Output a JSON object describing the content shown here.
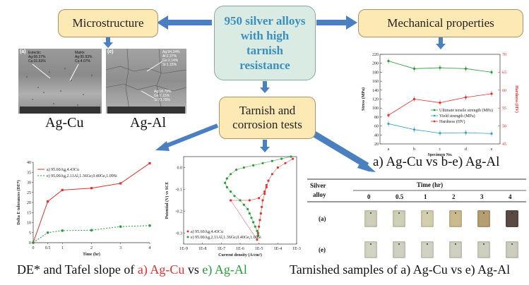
{
  "center_title": "950 silver alloys with high tarnish resistance",
  "boxes": {
    "microstructure": "Microstructure",
    "mechanical": "Mechanical properties",
    "tarnish": "Tarnish and corrosion tests"
  },
  "captions": {
    "ag_cu": "Ag-Cu",
    "ag_al": "Ag-Al",
    "mech_caption": "a) Ag-Cu vs b-e) Ag-Al",
    "de_prefix": "DE* and Tafel slope of ",
    "de_a": "a) Ag-Cu",
    "de_vs": " vs ",
    "de_e": "e) Ag-Al",
    "tarnished": "Tarnished samples of a) Ag-Cu vs e) Ag-Al"
  },
  "micro_labels": {
    "a_tag": "(a)",
    "a_eutectic": "Eutectic",
    "a_eut_ag": "Ag:68.37%",
    "a_eut_cu": "Cu:31.63%",
    "a_matrix": "Matrix",
    "a_mat_ag": "Ag:95.93%",
    "a_mat_cu": "Cu:4.07%",
    "e_tag": "(e)",
    "e_1": "Ag:94.34%",
    "e_2": "Al:2.37%",
    "e_3": "Ge:2.14%",
    "e_4": "Si:1.15%",
    "e_5": "Ag:18.78%",
    "e_6": "Ge:7.15%",
    "e_7": "Si:73.76%"
  },
  "colors": {
    "box_fill": "#fde9b4",
    "center_fill": "#d9ebe3",
    "center_text": "#3a8fc0",
    "arrow": "#4a7fc0",
    "red": "#e03030",
    "green": "#2a9a3a"
  },
  "chart_data": [
    {
      "type": "line",
      "x": [
        "a",
        "b",
        "c",
        "d",
        "e"
      ],
      "xlabel": "Specimen No.",
      "ylabel": "Stress (MPa)",
      "y2label": "Hardness (HV)",
      "ylim": [
        20,
        220
      ],
      "y2lim": [
        45,
        70
      ],
      "yticks": [
        20,
        40,
        60,
        80,
        100,
        120,
        140,
        160,
        180,
        200,
        220
      ],
      "y2ticks": [
        45,
        50,
        55,
        60,
        65,
        70
      ],
      "series": [
        {
          "name": "Ultimate tensile strength (MPa)",
          "values": [
            205,
            188,
            190,
            188,
            180
          ],
          "color": "#2a9a3a"
        },
        {
          "name": "Yield strength (MPa)",
          "values": [
            65,
            52,
            44,
            45,
            43
          ],
          "color": "#3a9fc8"
        },
        {
          "name": "Hardness (HV)",
          "values": [
            53,
            57.5,
            56.5,
            58,
            59
          ],
          "color": "#e03030",
          "axis": "right"
        }
      ],
      "legend": "right"
    },
    {
      "type": "line",
      "x": [
        0,
        0.5,
        1,
        2,
        3,
        4
      ],
      "xlabel": "Time (hr)",
      "ylabel": "Delta E tolerances (DE*)",
      "ylim": [
        0,
        40
      ],
      "yticks": [
        0,
        5,
        10,
        15,
        20,
        25,
        30,
        35,
        40
      ],
      "xticks": [
        "0",
        "0.5",
        "1",
        "2",
        "3",
        "4"
      ],
      "series": [
        {
          "name": "a) 95.60Ag,4.43Cu",
          "values": [
            0,
            20.5,
            26.2,
            27.1,
            29.5,
            39.5
          ],
          "color": "#e03030"
        },
        {
          "name": "e) 95.00Ag,2.11Al,1.36Ge,0.40Ge,1.09Si",
          "values": [
            0,
            5,
            6,
            6.2,
            8,
            8.5
          ],
          "color": "#2a9a3a"
        }
      ],
      "legend": "top-left"
    },
    {
      "type": "scatter",
      "xlabel": "Current density (A/cm²)",
      "ylabel": "Potential (V) vs SCE",
      "xlim": [
        -9,
        -3
      ],
      "ylim": [
        -0.35,
        0.05
      ],
      "xticks": [
        "1E-9",
        "1E-8",
        "1E-7",
        "1E-6",
        "1E-5",
        "1E-4",
        "1E-3"
      ],
      "yticks": [
        "0.0",
        "-0.1",
        "-0.2",
        "-0.3"
      ],
      "series": [
        {
          "name": "a) 95.60Ag,4.43Cu",
          "color": "#e03030",
          "points": [
            [
              -3.2,
              0.04
            ],
            [
              -3.6,
              0.02
            ],
            [
              -4,
              0.0
            ],
            [
              -4.3,
              -0.03
            ],
            [
              -4.5,
              -0.06
            ],
            [
              -4.6,
              -0.09
            ],
            [
              -4.7,
              -0.12
            ],
            [
              -4.8,
              -0.15
            ],
            [
              -4.85,
              -0.18
            ],
            [
              -4.9,
              -0.21
            ],
            [
              -4.95,
              -0.24
            ],
            [
              -5.0,
              -0.27
            ],
            [
              -5.05,
              -0.3
            ],
            [
              -5.1,
              -0.33
            ],
            [
              -6.5,
              -0.15
            ],
            [
              -5.5,
              -0.15
            ],
            [
              -5.0,
              -0.14
            ],
            [
              -4.7,
              -0.11
            ],
            [
              -4.6,
              -0.08
            ]
          ]
        },
        {
          "name": "e) 95.00Ag,2.11Al,1.36Ge,0.40Ge,1.09Si",
          "color": "#2a9a3a",
          "points": [
            [
              -3.3,
              0.05
            ],
            [
              -3.8,
              0.04
            ],
            [
              -4.3,
              0.03
            ],
            [
              -4.8,
              0.02
            ],
            [
              -5.3,
              0.01
            ],
            [
              -5.8,
              0.0
            ],
            [
              -6.2,
              -0.01
            ],
            [
              -6.5,
              -0.03
            ],
            [
              -6.7,
              -0.05
            ],
            [
              -6.8,
              -0.07
            ],
            [
              -6.7,
              -0.09
            ],
            [
              -6.5,
              -0.11
            ],
            [
              -6.3,
              -0.13
            ],
            [
              -6.0,
              -0.15
            ],
            [
              -5.8,
              -0.17
            ],
            [
              -5.6,
              -0.19
            ],
            [
              -5.5,
              -0.21
            ],
            [
              -5.4,
              -0.23
            ],
            [
              -5.3,
              -0.25
            ],
            [
              -5.2,
              -0.27
            ],
            [
              -5.1,
              -0.29
            ],
            [
              -5.05,
              -0.31
            ]
          ]
        }
      ],
      "legend": "bottom-left"
    }
  ],
  "table": {
    "col_header_1": "Silver",
    "col_header_2": "alloy",
    "time_header": "Time (hr)",
    "times": [
      "0",
      "0.5",
      "1",
      "2",
      "3",
      "4"
    ],
    "rows": [
      {
        "label": "(a)",
        "sample_colors": [
          "#cfcfb9",
          "#cfcfb6",
          "#d3cfae",
          "#c9bb8f",
          "#b59e72",
          "#5b4a44"
        ]
      },
      {
        "label": "(e)",
        "sample_colors": [
          "#d2d3c3",
          "#d0d0c1",
          "#d2d2c4",
          "#cfd0c0",
          "#cdcfbf",
          "#cccdbb"
        ]
      }
    ]
  }
}
